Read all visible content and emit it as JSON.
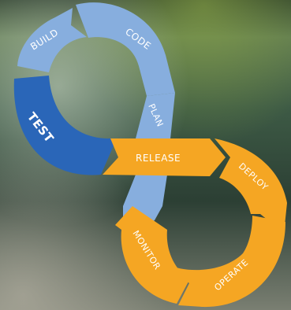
{
  "stages": {
    "build": "BUILD",
    "code": "CODE",
    "test": "TEST",
    "plan": "PLAN",
    "release": "RELEASE",
    "deploy": "DEPLOY",
    "monitor": "MONITOR",
    "operate": "OPERATE"
  },
  "colors": {
    "dev_light": "#87aede",
    "dev_dark": "#2a66b8",
    "ops": "#f5a623",
    "label": "#ffffff"
  }
}
